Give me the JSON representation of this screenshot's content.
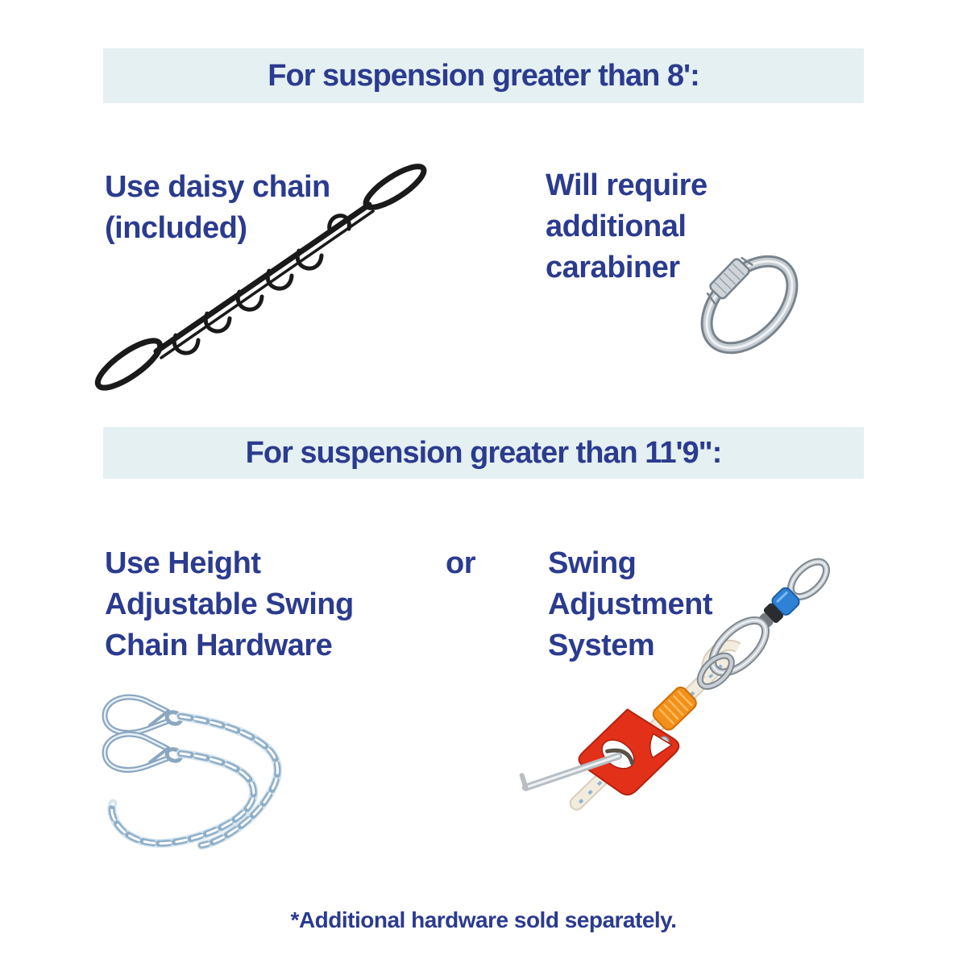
{
  "section_over_8ft": {
    "banner_label": "For suspension greater than 8':",
    "left_item": {
      "label": "Use daisy chain\n(included)",
      "image": "daisy-chain"
    },
    "right_item": {
      "label": "Will require\nadditional\ncarabiner",
      "image": "locking-carabiner"
    }
  },
  "section_over_11ft9": {
    "banner_label": "For suspension greater than 11'9\":",
    "left_item": {
      "label": "Use Height\nAdjustable Swing\nChain Hardware",
      "image": "height-adjustable-swing-chain-hardware"
    },
    "connector_label": "or",
    "right_item": {
      "label": "Swing\nAdjustment\nSystem",
      "image": "swing-adjustment-system"
    }
  },
  "footnote": "*Additional hardware sold separately.",
  "colors": {
    "page_background": "#ffffff",
    "heading_text": "#2b3b8e",
    "banner_background": "#e4f0f1",
    "daisy_chain_black": "#1a1a1a",
    "hardware_silver": "#c6cdd3",
    "chain_steel_blue": "#8fafc9",
    "swivel_blue": "#2f81d6",
    "sleeve_orange": "#f29019",
    "adjuster_red": "#e33019",
    "rope_cream": "#f2ecdf"
  }
}
